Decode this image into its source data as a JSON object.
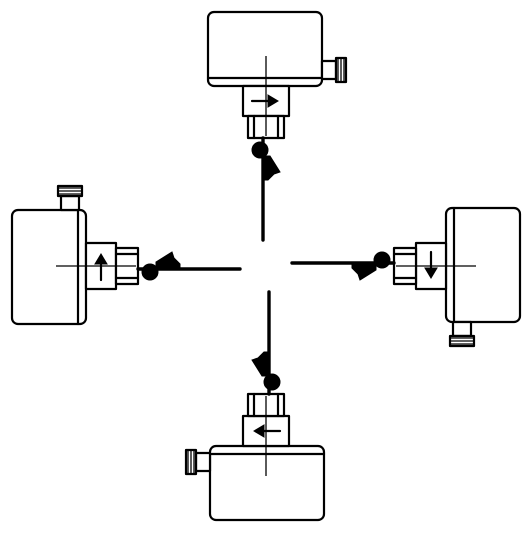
{
  "diagram": {
    "kind": "flow-switch-mounting-orientations",
    "colors": {
      "line": "#000000",
      "background": "#ffffff"
    },
    "orientations": [
      {
        "id": "top",
        "rotation_deg": 0,
        "arrow_icon": "arrow-right-icon"
      },
      {
        "id": "right",
        "rotation_deg": 90,
        "arrow_icon": "arrow-down-icon"
      },
      {
        "id": "bottom",
        "rotation_deg": 180,
        "arrow_icon": "arrow-left-icon"
      },
      {
        "id": "left",
        "rotation_deg": 270,
        "arrow_icon": "arrow-up-icon"
      }
    ]
  }
}
